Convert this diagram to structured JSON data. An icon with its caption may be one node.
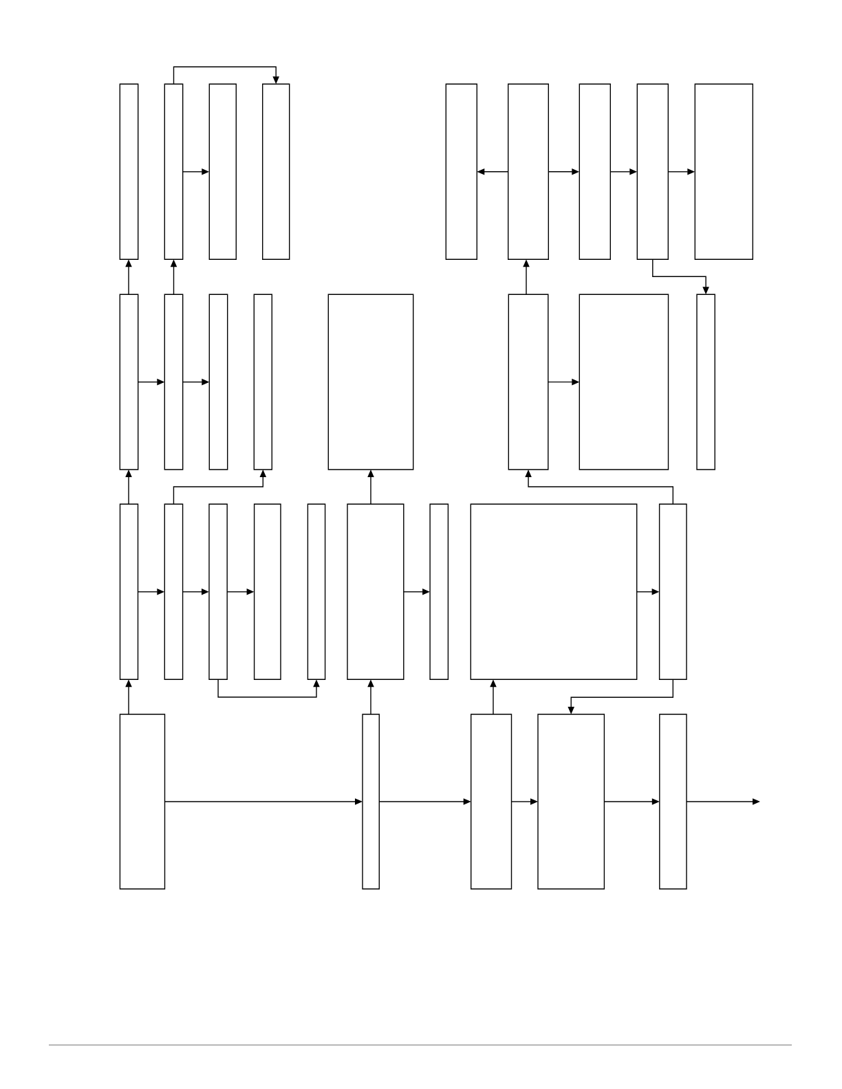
{
  "diagram": {
    "nodes": [
      {
        "text": [],
        "shape": "box"
      },
      {
        "text": [],
        "shape": "box"
      },
      {
        "text": [],
        "shape": "box"
      },
      {
        "text": [],
        "shape": "box"
      },
      {
        "text": [],
        "shape": "box"
      },
      {
        "text": [],
        "shape": "box"
      },
      {
        "text": [],
        "shape": "box"
      },
      {
        "text": [],
        "shape": "box"
      },
      {
        "text": [],
        "shape": "box"
      },
      {
        "text": [],
        "shape": "box"
      },
      {
        "text": [],
        "shape": "box"
      },
      {
        "text": [],
        "shape": "box"
      },
      {
        "text": [],
        "shape": "box"
      },
      {
        "text": [],
        "shape": "box"
      },
      {
        "text": [],
        "shape": "box"
      },
      {
        "text": [],
        "shape": "box"
      },
      {
        "text": [],
        "shape": "box"
      },
      {
        "text": [],
        "shape": "box"
      },
      {
        "text": [],
        "shape": "box"
      },
      {
        "text": [],
        "shape": "box"
      },
      {
        "text": [],
        "shape": "box"
      },
      {
        "text": [],
        "shape": "box"
      },
      {
        "text": [],
        "shape": "box"
      },
      {
        "text": [],
        "shape": "box"
      },
      {
        "text": [],
        "shape": "box"
      },
      {
        "text": [],
        "shape": "box"
      },
      {
        "text": [],
        "shape": "box"
      },
      {
        "text": [],
        "shape": "box"
      },
      {
        "text": [],
        "shape": "box"
      },
      {
        "text": [],
        "shape": "box"
      },
      {
        "text": [],
        "shape": "box"
      }
    ],
    "edges": [
      {
        "from": 1,
        "to": 3,
        "arrow": "to"
      },
      {
        "from": 1,
        "to": 2,
        "arrow": "to"
      },
      {
        "from": 5,
        "to": 4,
        "arrow": "to"
      },
      {
        "from": 5,
        "to": 6,
        "arrow": "to"
      },
      {
        "from": 6,
        "to": 7,
        "arrow": "to"
      },
      {
        "from": 7,
        "to": 8,
        "arrow": "to"
      },
      {
        "from": 7,
        "to": 16,
        "arrow": "to"
      },
      {
        "from": 9,
        "to": 0,
        "arrow": "to"
      },
      {
        "from": 10,
        "to": 1,
        "arrow": "to"
      },
      {
        "from": 9,
        "to": 10,
        "arrow": "to"
      },
      {
        "from": 10,
        "to": 11,
        "arrow": "to"
      },
      {
        "from": 14,
        "to": 5,
        "arrow": "to"
      },
      {
        "from": 14,
        "to": 15,
        "arrow": "to"
      },
      {
        "from": 17,
        "to": 9,
        "arrow": "to"
      },
      {
        "from": 18,
        "to": 12,
        "arrow": "to"
      },
      {
        "from": 17,
        "to": 18,
        "arrow": "to"
      },
      {
        "from": 18,
        "to": 19,
        "arrow": "to"
      },
      {
        "from": 19,
        "to": 20,
        "arrow": "to"
      },
      {
        "from": 19,
        "to": 21,
        "arrow": "to"
      },
      {
        "from": 22,
        "to": 13,
        "arrow": "to"
      },
      {
        "from": 22,
        "to": 23,
        "arrow": "to"
      },
      {
        "from": 24,
        "to": 25,
        "arrow": "to"
      },
      {
        "from": 25,
        "to": 14,
        "arrow": "to"
      },
      {
        "from": 26,
        "to": 17,
        "arrow": "to"
      },
      {
        "from": 27,
        "to": 22,
        "arrow": "to"
      },
      {
        "from": 28,
        "to": 24,
        "arrow": "to"
      },
      {
        "from": 25,
        "to": 29,
        "arrow": "to"
      },
      {
        "from": 26,
        "to": 27,
        "arrow": "to"
      },
      {
        "from": 27,
        "to": 28,
        "arrow": "to"
      },
      {
        "from": 28,
        "to": 29,
        "arrow": "to"
      },
      {
        "from": 29,
        "to": 30,
        "arrow": "to"
      },
      {
        "from": 30,
        "to": null,
        "arrow": "to"
      }
    ]
  }
}
